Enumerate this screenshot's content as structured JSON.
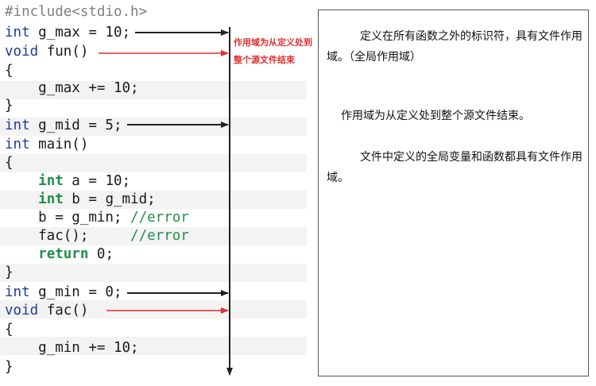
{
  "code": {
    "include": "#include<stdio.h>",
    "l1_kw": "int",
    "l1_rest": " g_max = 10;",
    "l2_kw": "void",
    "l2_rest": " fun()",
    "l3": "{",
    "l4": "    g_max += 10;",
    "l5": "}",
    "l6_kw": "int",
    "l6_rest": " g_mid = 5;",
    "l7_kw": "int",
    "l7_rest": " main()",
    "l8": "{",
    "l9_pre": "    ",
    "l9_kw": "int",
    "l9_rest": " a = 10;",
    "l10_pre": "    ",
    "l10_kw": "int",
    "l10_rest": " b = g_mid;",
    "l11_code": "    b = g_min; ",
    "l11_comment": "//error",
    "l12_code": "    fac();     ",
    "l12_comment": "//error",
    "l13_pre": "    ",
    "l13_kw": "return",
    "l13_rest": " 0;",
    "l14": "}",
    "l15_kw": "int",
    "l15_rest": " g_min = 0;",
    "l16_kw": "void",
    "l16_rest": " fac()",
    "l17": "{",
    "l18": "    g_min += 10;",
    "l19": "}"
  },
  "annotation": {
    "line1": "作用域为从定义处到",
    "line2": "整个源文件结束"
  },
  "panel": {
    "p1": "定义在所有函数之外的标识符，具有文件作用域。（全局作用域）",
    "p2": "作用域为从定义处到整个源文件结束。",
    "p3": "文件中定义的全局变量和函数都具有文件作用域。"
  },
  "colors": {
    "keyword_green": "#1f8f4a",
    "keyword_blue": "#1f3a99",
    "annotation_red": "#e03030",
    "arrow_black": "#222222",
    "arrow_red": "#e03030"
  }
}
